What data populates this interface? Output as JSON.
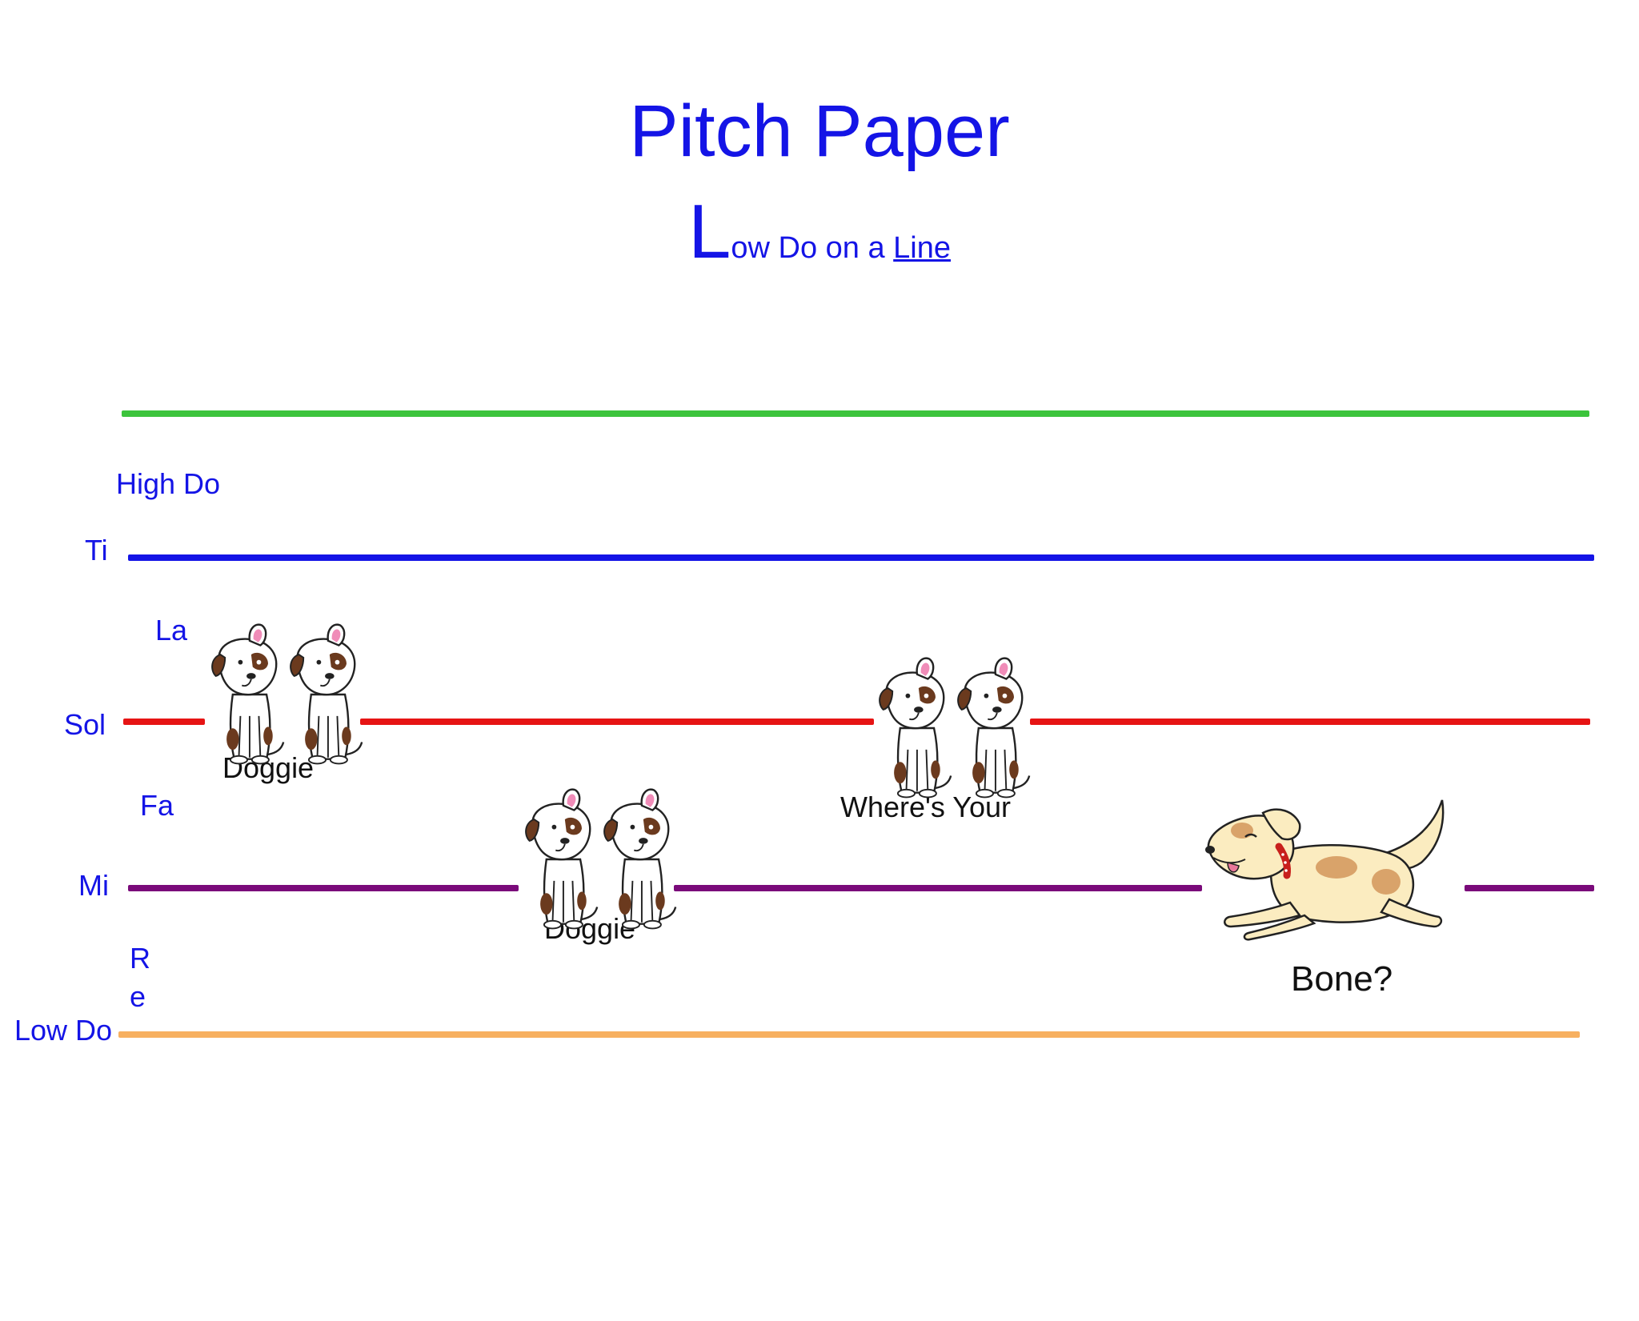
{
  "header": {
    "title": "Pitch Paper",
    "subtitle_initial": "L",
    "subtitle_middle": "ow Do on a ",
    "subtitle_underlined": "Line"
  },
  "pitch_labels": {
    "high_do": "High Do",
    "ti": "Ti",
    "la": "La",
    "sol": "Sol",
    "fa": "Fa",
    "mi": "Mi",
    "re_1": "R",
    "re_2": "e",
    "low_do": "Low Do"
  },
  "lyrics": {
    "word_1": "Doggie",
    "word_2": "Doggie",
    "word_3": "Where's Your",
    "word_4": "Bone?"
  },
  "colors": {
    "title": "#1414e6",
    "high_line": "#3cc43c",
    "ti_line": "#1414e6",
    "sol_line": "#e61414",
    "mi_line": "#7a0a7a",
    "low_do_line": "#f7b060"
  },
  "icons": {
    "sitting_dog": "sitting-dog-icon",
    "running_dog": "running-dog-icon"
  }
}
